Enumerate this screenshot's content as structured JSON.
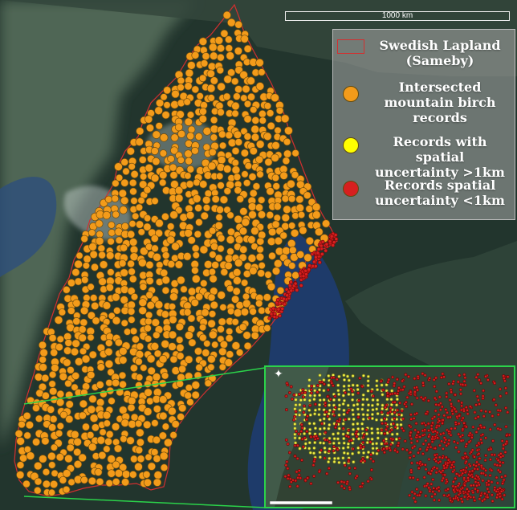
{
  "map": {
    "scale_label": "1000 km",
    "legend": {
      "items": [
        {
          "label": "Swedish Lapland\n(Sameby)",
          "symbol": "outline",
          "color": "#d32f2f"
        },
        {
          "label": "Intersected\nmountain birch\nrecords",
          "symbol": "circle",
          "color": "#f39b1a"
        },
        {
          "label": "Records with spatial\nuncertainty >1km",
          "symbol": "circle",
          "color": "#ffff00"
        },
        {
          "label": "Records spatial\nuncertainty <1km",
          "symbol": "circle",
          "color": "#d71f1f"
        }
      ]
    }
  },
  "colors": {
    "land_dark": "#26362d",
    "land_mid": "#4b5f45",
    "water": "#223a63",
    "orange_points": "#f39b1a",
    "yellow_points": "#f0f04a",
    "red_points": "#d71f1f",
    "inset_border": "#2bd34a"
  }
}
